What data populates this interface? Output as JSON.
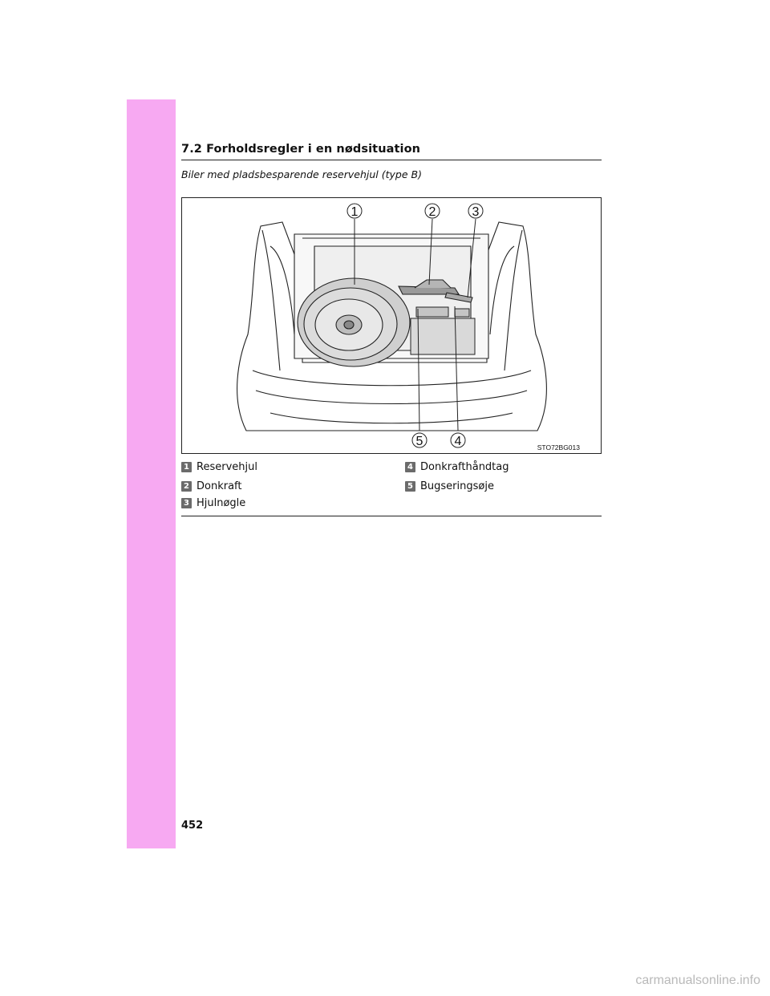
{
  "header": {
    "section_title": "7.2 Forholdsregler i en nødsituation"
  },
  "subtitle": "Biler med pladsbesparende reservehjul (type B)",
  "figure": {
    "code": "STO72BG013",
    "callouts": [
      "1",
      "2",
      "3",
      "4",
      "5"
    ]
  },
  "legend": [
    {
      "num": "1",
      "label": "Reservehjul"
    },
    {
      "num": "2",
      "label": "Donkraft"
    },
    {
      "num": "3",
      "label": "Hjulnøgle"
    },
    {
      "num": "4",
      "label": "Donkrafthåndtag"
    },
    {
      "num": "5",
      "label": "Bugseringsøje"
    }
  ],
  "page_number": "452",
  "watermark": "carmanualsonline.info",
  "colors": {
    "sidebar": "#f7a9f2",
    "badge": "#6b6b6b"
  }
}
